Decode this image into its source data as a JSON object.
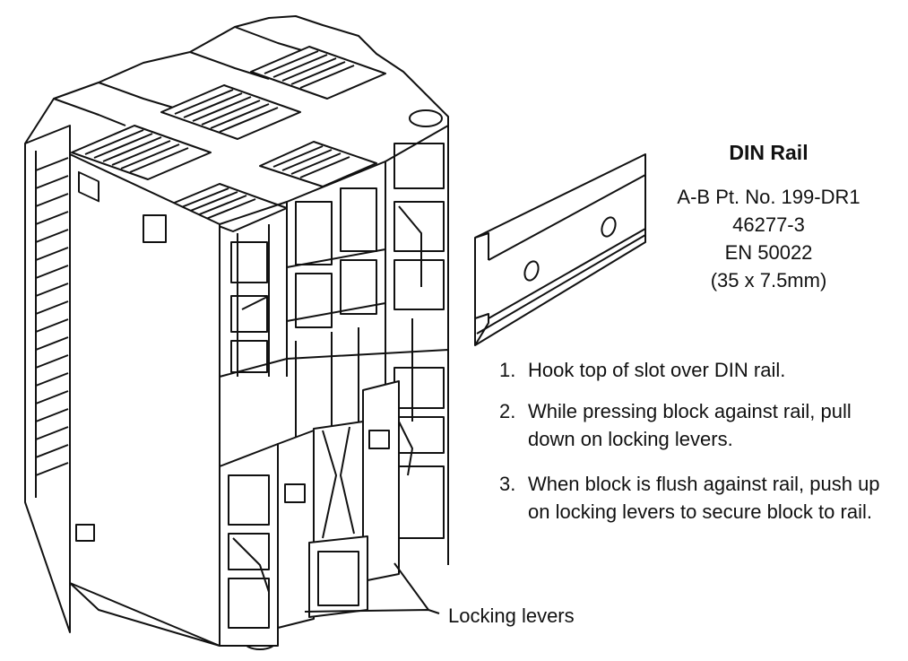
{
  "din_rail": {
    "title": "DIN Rail",
    "part_lines": [
      "A-B Pt. No. 199-DR1",
      "46277-3",
      "EN 50022",
      "(35 x 7.5mm)"
    ]
  },
  "steps": [
    {
      "num": "1.",
      "text": "Hook top of slot over DIN rail."
    },
    {
      "num": "2.",
      "text": "While pressing block against rail, pull down on locking levers."
    },
    {
      "num": "3.",
      "text": "When block is flush against rail, push up on locking levers to secure block to rail."
    }
  ],
  "callout": {
    "label": "Locking levers"
  }
}
